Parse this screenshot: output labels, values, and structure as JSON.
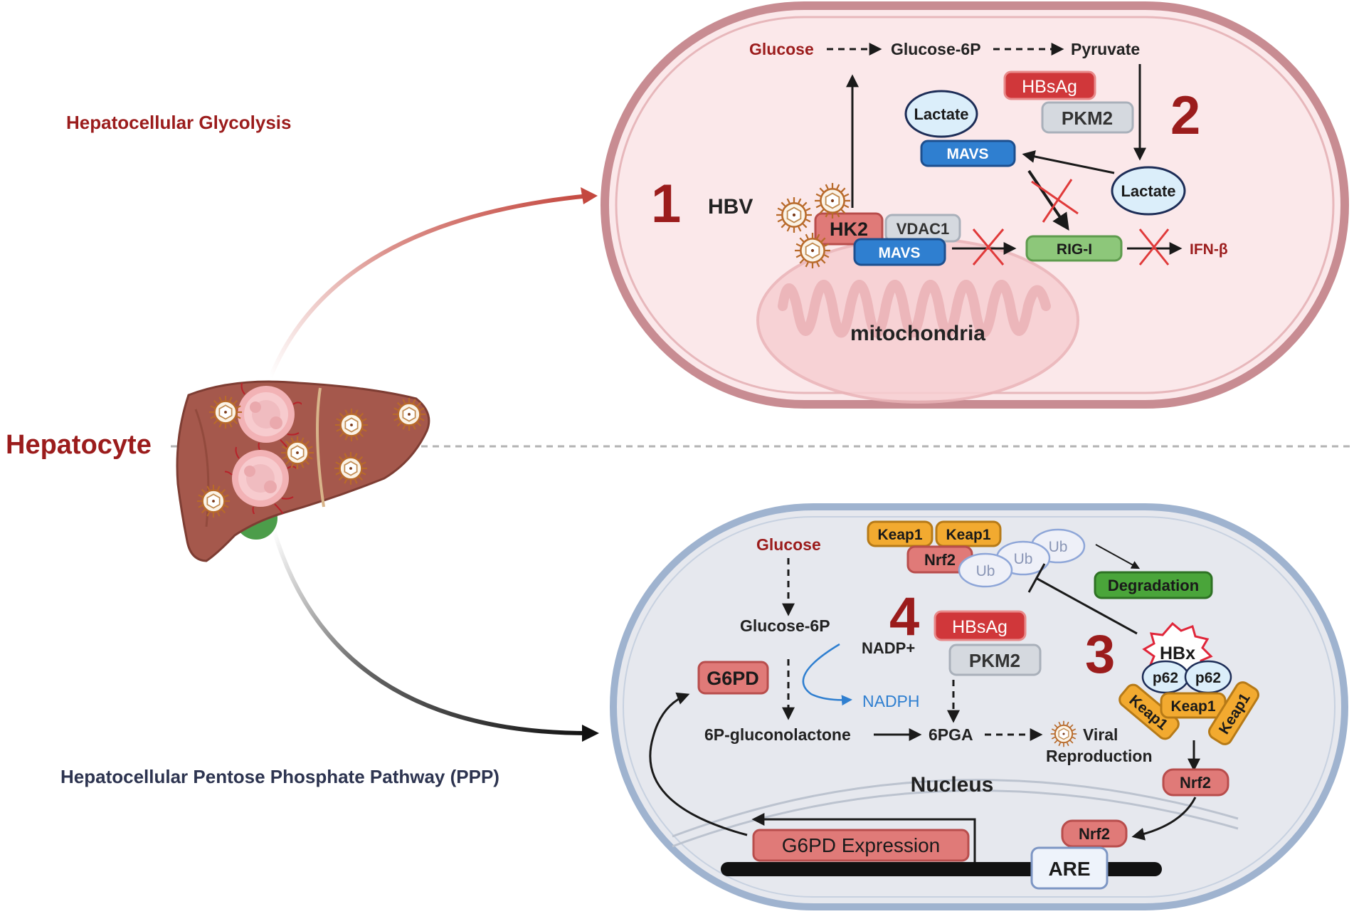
{
  "left_labels": {
    "glycolysis_title": "Hepatocellular Glycolysis",
    "hepatocyte": "Hepatocyte",
    "ppp_title": "Hepatocellular Pentose Phosphate Pathway (PPP)"
  },
  "glycolysis_cell": {
    "glucose": "Glucose",
    "glucose_6p": "Glucose-6P",
    "pyruvate": "Pyruvate",
    "hbsag": "HBsAg",
    "pkm2": "PKM2",
    "number_1": "1",
    "number_2": "2",
    "hbv": "HBV",
    "lactate_left": "Lactate",
    "mavs_top": "MAVS",
    "lactate_right": "Lactate",
    "hk2": "HK2",
    "vdac1": "VDAC1",
    "mavs_bottom": "MAVS",
    "rig_i": "RIG-I",
    "ifn_beta": "IFN-β",
    "mitochondria": "mitochondria"
  },
  "ppp_cell": {
    "glucose": "Glucose",
    "keap1_a": "Keap1",
    "keap1_b": "Keap1",
    "nrf2_top": "Nrf2",
    "ub1": "Ub",
    "ub2": "Ub",
    "ub3": "Ub",
    "degradation": "Degradation",
    "glucose_6p": "Glucose-6P",
    "number_4": "4",
    "hbsag": "HBsAg",
    "pkm2": "PKM2",
    "number_3": "3",
    "hbx": "HBx",
    "nadp_plus": "NADP+",
    "nadph": "NADPH",
    "g6pd": "G6PD",
    "p62_a": "p62",
    "p62_b": "p62",
    "keap1_c": "Keap1",
    "keap1_d": "Keap1",
    "keap1_e": "Keap1",
    "gluconolactone": "6P-gluconolactone",
    "pga": "6PGA",
    "viral": "Viral",
    "reproduction": "Reproduction",
    "nucleus": "Nucleus",
    "nrf2_mid": "Nrf2",
    "nrf2_low": "Nrf2",
    "g6pd_expression": "G6PD Expression",
    "are": "ARE"
  },
  "colors": {
    "dark_red": "#9b1c1c",
    "navy": "#2d3450",
    "cell_top_fill": "#fbe8ea",
    "cell_top_stroke": "#c88c92",
    "cell_bottom_fill": "#e6e8ee",
    "cell_bottom_stroke": "#9fb3cf",
    "blue_pill": "#2f7fd0",
    "green_pill": "#8dc77a",
    "red_pill": "#d0373a",
    "salmon_pill": "#e07a78",
    "gray_pill": "#d5d9df",
    "orange_pill": "#f2aa30",
    "dark_green": "#4aa53a",
    "inhibit_x": "#e03a3a",
    "liver": "#a5584c"
  }
}
